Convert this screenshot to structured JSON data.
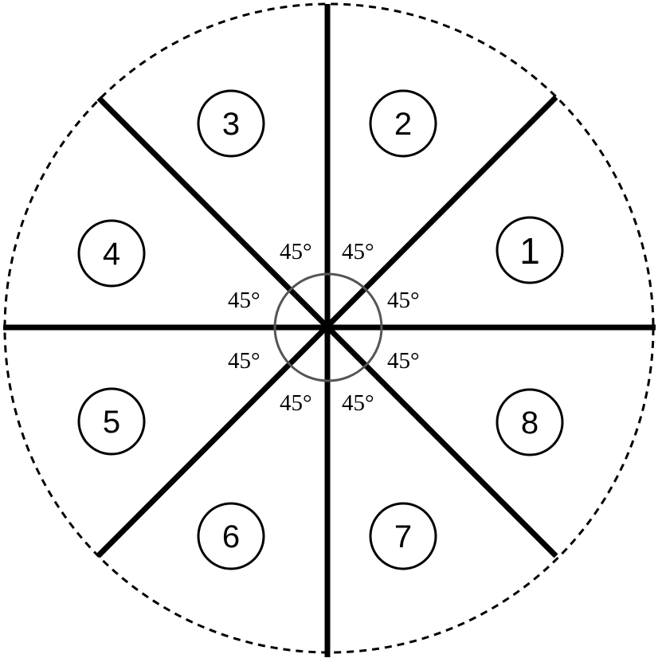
{
  "diagram": {
    "sectors": [
      {
        "label": "1"
      },
      {
        "label": "2"
      },
      {
        "label": "3"
      },
      {
        "label": "4"
      },
      {
        "label": "5"
      },
      {
        "label": "6"
      },
      {
        "label": "7"
      },
      {
        "label": "8"
      }
    ],
    "angle_labels": [
      "45°",
      "45°",
      "45°",
      "45°",
      "45°",
      "45°",
      "45°",
      "45°"
    ],
    "colors": {
      "line": "#000000",
      "center_circle": "#555555",
      "background": "#ffffff"
    }
  }
}
